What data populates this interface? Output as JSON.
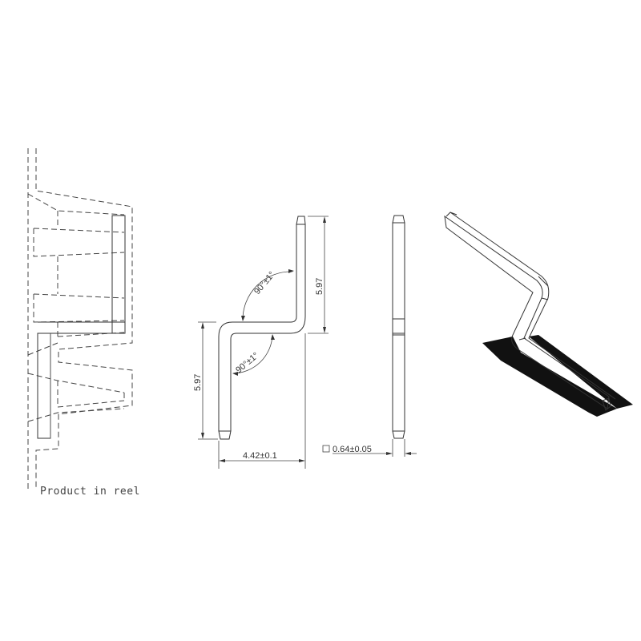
{
  "drawing": {
    "reel_view": {
      "label": "Product in reel"
    },
    "front_view": {
      "angle_top": "90°±1°",
      "angle_bottom": "90°±1°",
      "height_right": "5.97",
      "height_left": "5.97",
      "width": "4.42±0.1"
    },
    "side_view": {
      "square_symbol": "□",
      "cross_section": "0.64±0.05"
    },
    "iso_view": {
      "description": "isometric pin with shadow"
    },
    "colors": {
      "line": "#333333",
      "background": "#ffffff",
      "shadow": "#111111"
    }
  }
}
